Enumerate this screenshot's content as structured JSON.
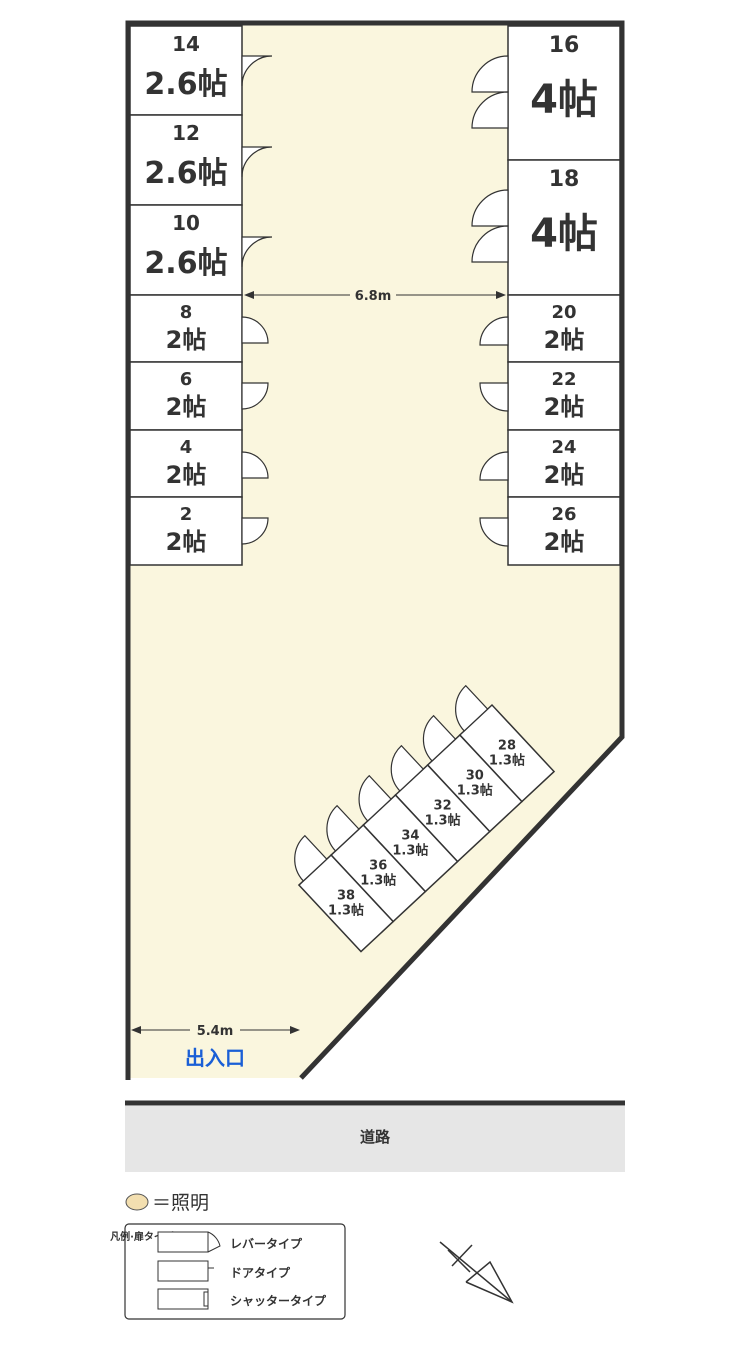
{
  "colors": {
    "floor": "#faf6de",
    "wall": "#333333",
    "road": "#e6e6e6",
    "entrance": "#1a5fd6",
    "light": "#f3dfb0"
  },
  "units": [
    {
      "no": "14",
      "size": "2.6帖"
    },
    {
      "no": "12",
      "size": "2.6帖"
    },
    {
      "no": "10",
      "size": "2.6帖"
    },
    {
      "no": "8",
      "size": "2帖"
    },
    {
      "no": "6",
      "size": "2帖"
    },
    {
      "no": "4",
      "size": "2帖"
    },
    {
      "no": "2",
      "size": "2帖"
    },
    {
      "no": "16",
      "size": "4帖"
    },
    {
      "no": "18",
      "size": "4帖"
    },
    {
      "no": "20",
      "size": "2帖"
    },
    {
      "no": "22",
      "size": "2帖"
    },
    {
      "no": "24",
      "size": "2帖"
    },
    {
      "no": "26",
      "size": "2帖"
    },
    {
      "no": "28",
      "size": "1.3帖"
    },
    {
      "no": "30",
      "size": "1.3帖"
    },
    {
      "no": "32",
      "size": "1.3帖"
    },
    {
      "no": "34",
      "size": "1.3帖"
    },
    {
      "no": "36",
      "size": "1.3帖"
    },
    {
      "no": "38",
      "size": "1.3帖"
    }
  ],
  "dimensions": {
    "aisle": "6.8m",
    "entrance_width": "5.4m"
  },
  "entrance_label": "出入口",
  "road_label": "道路",
  "legend": {
    "light_label": "＝照明",
    "title": "凡例·扉タイプ",
    "items": [
      "レバータイプ",
      "ドアタイプ",
      "シャッタータイプ"
    ]
  },
  "compass_icon": "north-arrow-icon"
}
